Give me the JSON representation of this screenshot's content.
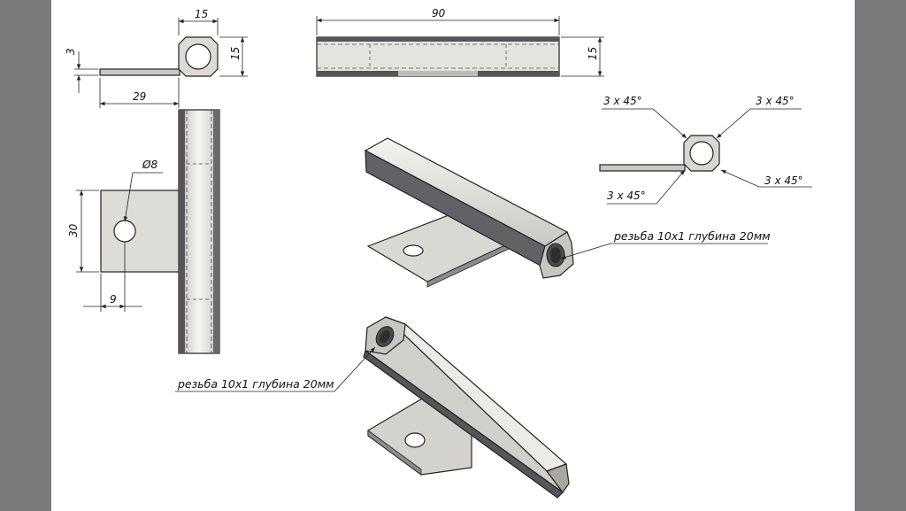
{
  "colors": {
    "background": "#7a7b7d",
    "sheet": "#ffffff",
    "metal_light": "#e9e8e3",
    "metal_mid": "#c9c8c3",
    "metal_dark": "#55555a",
    "line": "#222222"
  },
  "dimensions": {
    "hex_width": "15",
    "hex_height": "15",
    "plate_thickness": "3",
    "plate_length": "29",
    "rod_length": "90",
    "rod_height": "15",
    "plate_height": "30",
    "hole_diameter": "Ø8",
    "hole_offset": "9"
  },
  "chamfers": {
    "top_left": "3 x 45°",
    "top_right": "3 x 45°",
    "bottom_left": "3 x 45°",
    "bottom_right": "3 x 45°"
  },
  "notes": {
    "thread_upper": "резьба 10x1 глубина 20мм",
    "thread_lower": "резьба 10x1 глубина 20мм"
  }
}
